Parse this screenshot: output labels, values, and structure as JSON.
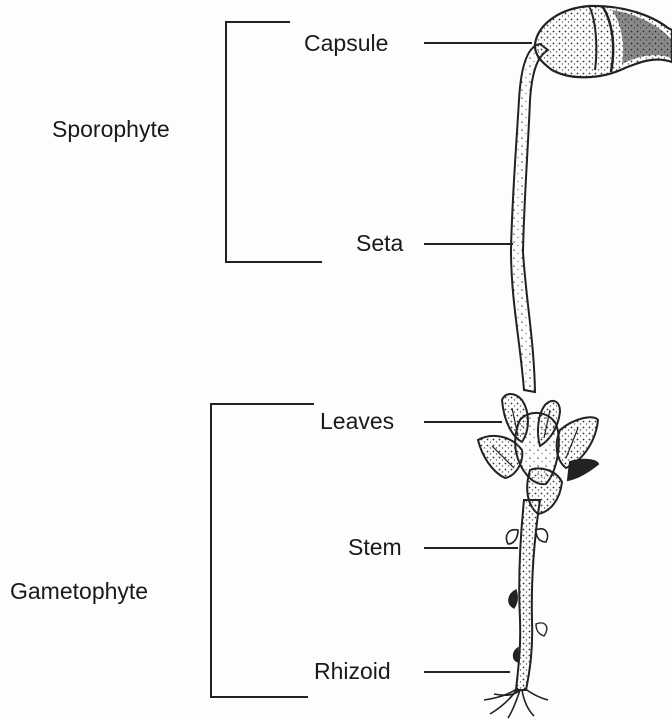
{
  "diagram": {
    "groups": {
      "sporophyte": "Sporophyte",
      "gametophyte": "Gametophyte"
    },
    "parts": {
      "capsule": "Capsule",
      "seta": "Seta",
      "leaves": "Leaves",
      "stem": "Stem",
      "rhizoid": "Rhizoid"
    }
  },
  "colors": {
    "ink": "#1a1a1a",
    "background": "#fdfdfd"
  }
}
